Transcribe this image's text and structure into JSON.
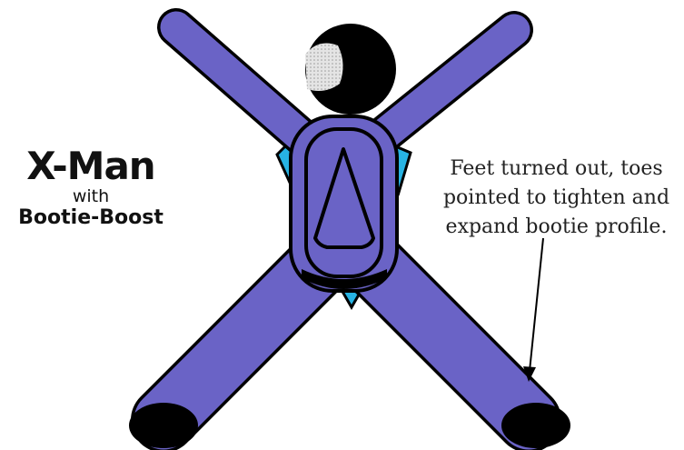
{
  "title": {
    "main": "X-Man",
    "with": "with",
    "subtitle": "Bootie-Boost"
  },
  "annotation": {
    "lines": [
      "Feet turned out, toes",
      "pointed to tighten and",
      "expand bootie profile."
    ]
  },
  "colors": {
    "suit": "#6a63c6",
    "bootie": "#27b3e3",
    "outline": "#000000",
    "helmet": "#000000",
    "visor": "#d8d8d8"
  }
}
